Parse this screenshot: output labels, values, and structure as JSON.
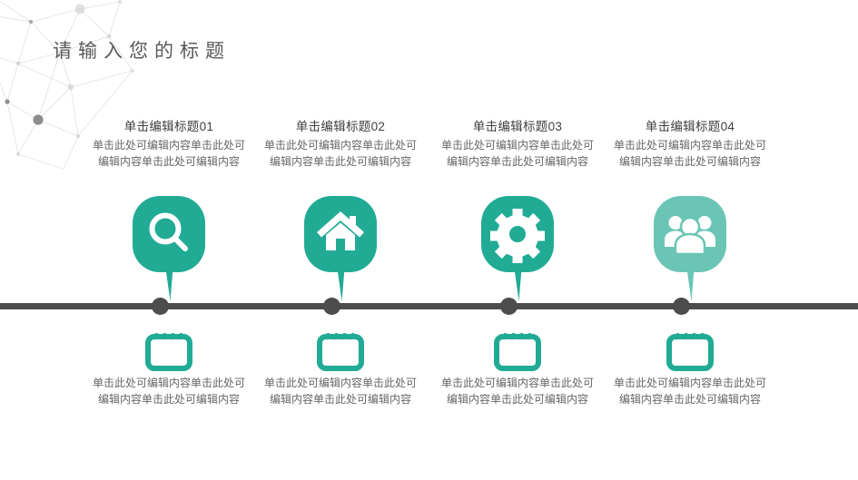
{
  "slide": {
    "title": "请输入您的标题",
    "background_color": "#ffffff",
    "accent_color": "#21ab95",
    "accent_color_light": "#6ac5b4",
    "timeline_color": "#4d4d4d",
    "body_text_color": "#666666",
    "heading_text_color": "#404040"
  },
  "decoration": {
    "name": "constellation-network",
    "line_color": "#e2e2e2",
    "dot_color": "#9a9a9a"
  },
  "timeline": {
    "bar_color": "#4d4d4d",
    "dot_count": 4
  },
  "columns": [
    {
      "heading": "单击编辑标题01",
      "body": "单击此处可编辑内容单击此处可编辑内容单击此处可编辑内容",
      "footer": "单击此处可编辑内容单击此处可编辑内容单击此处可编辑内容",
      "icon": "search-icon",
      "pin_color": "#21ab95",
      "calendar_icon": "calendar-icon",
      "calendar_color": "#21ab95"
    },
    {
      "heading": "单击编辑标题02",
      "body": "单击此处可编辑内容单击此处可编辑内容单击此处可编辑内容",
      "footer": "单击此处可编辑内容单击此处可编辑内容单击此处可编辑内容",
      "icon": "home-icon",
      "pin_color": "#21ab95",
      "calendar_icon": "calendar-icon",
      "calendar_color": "#21ab95"
    },
    {
      "heading": "单击编辑标题03",
      "body": "单击此处可编辑内容单击此处可编辑内容单击此处可编辑内容",
      "footer": "单击此处可编辑内容单击此处可编辑内容单击此处可编辑内容",
      "icon": "gear-icon",
      "pin_color": "#21ab95",
      "calendar_icon": "calendar-icon",
      "calendar_color": "#21ab95"
    },
    {
      "heading": "单击编辑标题04",
      "body": "单击此处可编辑内容单击此处可编辑内容单击此处可编辑内容",
      "footer": "单击此处可编辑内容单击此处可编辑内容单击此处可编辑内容",
      "icon": "people-icon",
      "pin_color": "#6ac5b4",
      "calendar_icon": "calendar-icon",
      "calendar_color": "#21ab95"
    }
  ]
}
